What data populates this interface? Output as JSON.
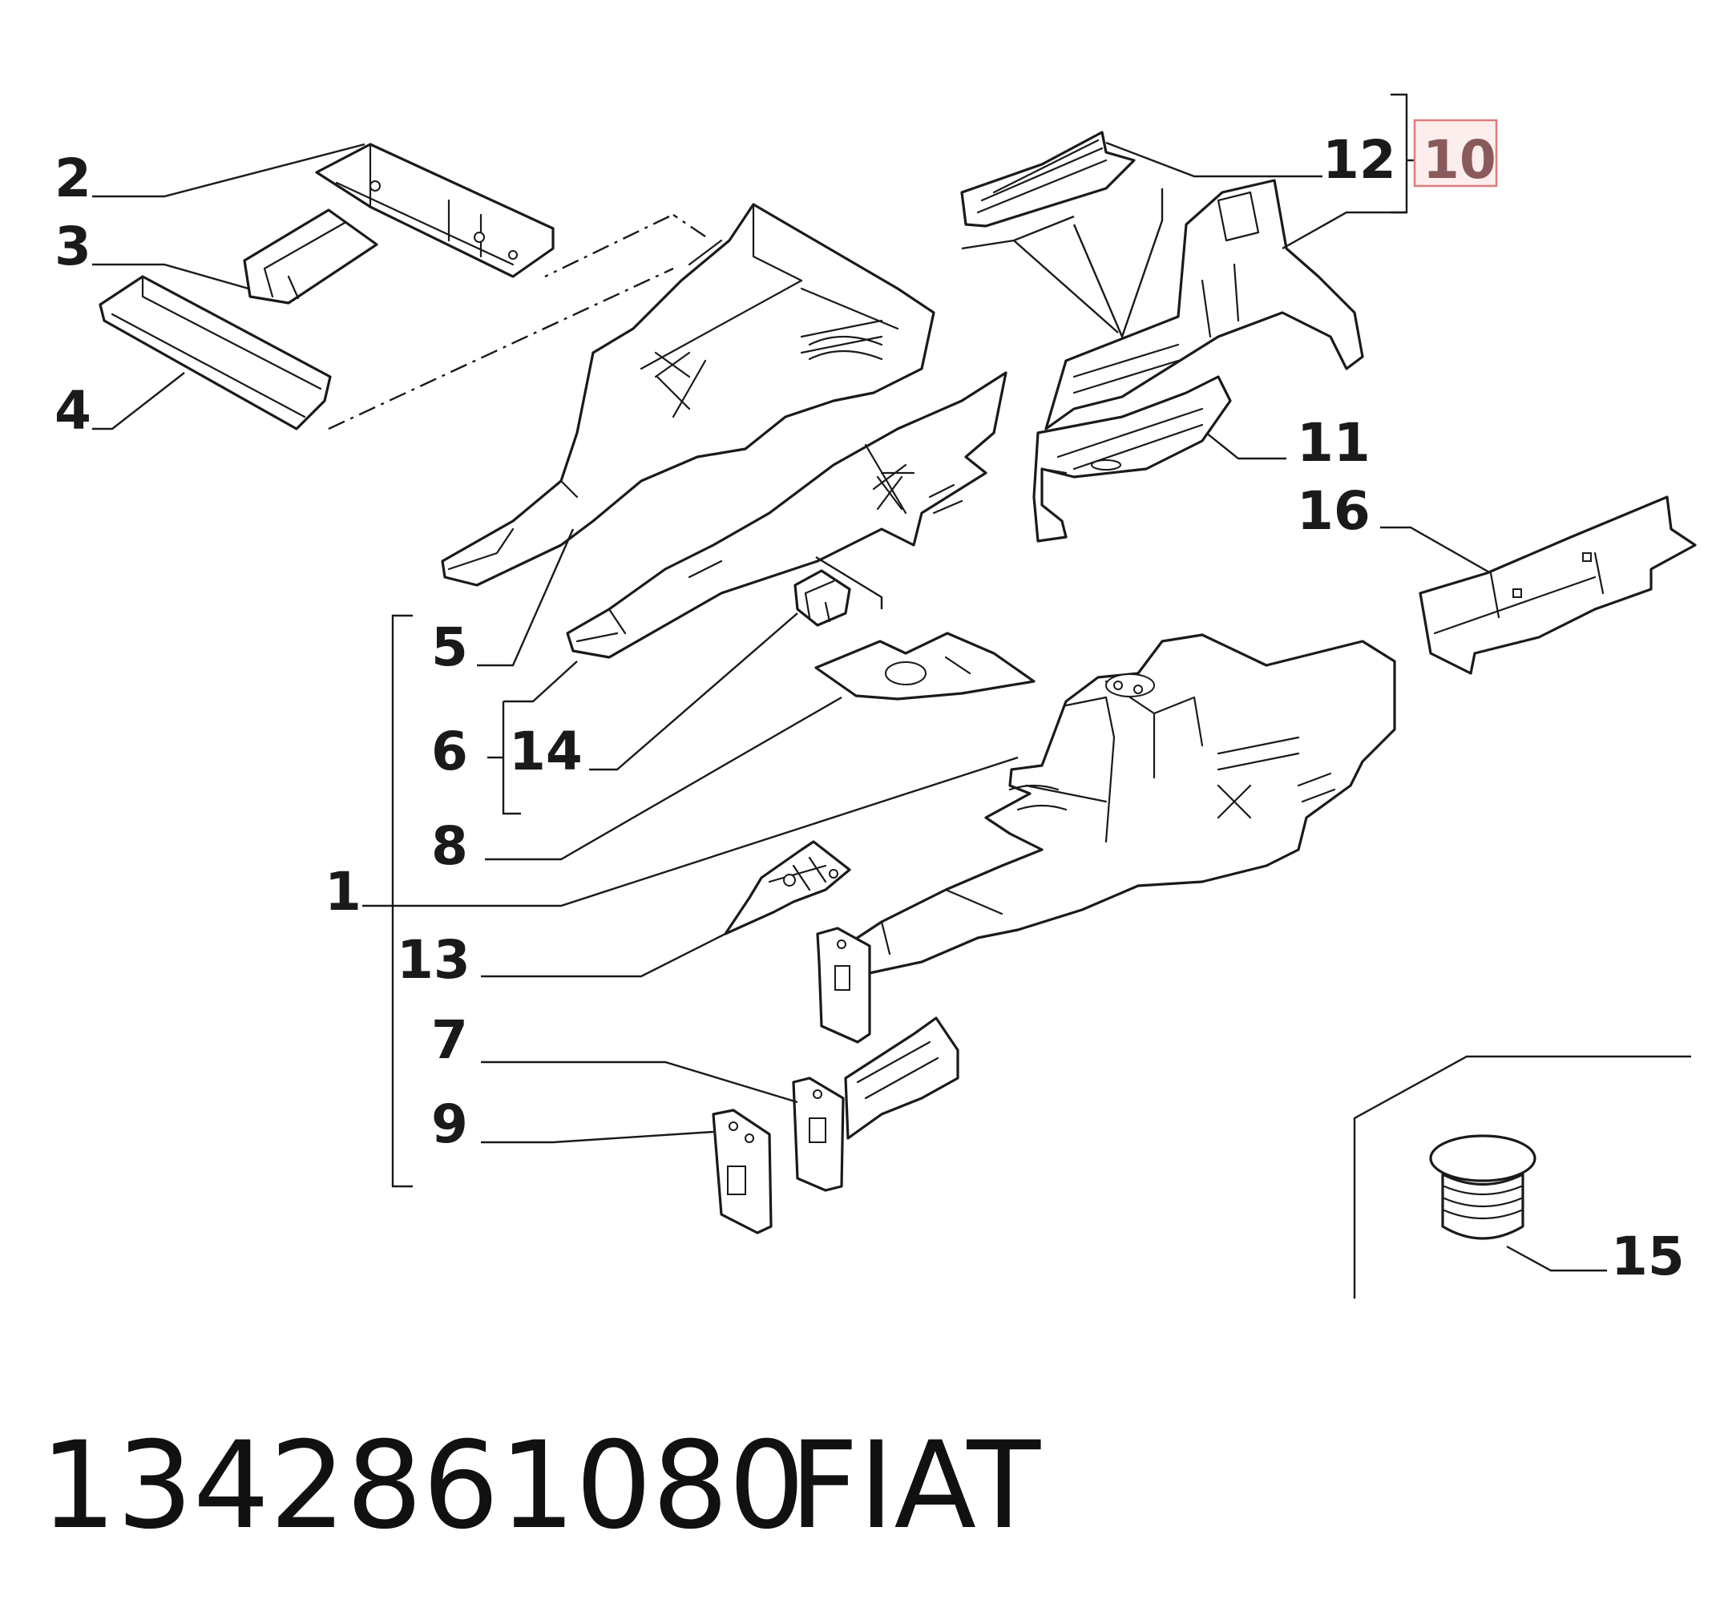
{
  "callouts": {
    "c1": "1",
    "c2": "2",
    "c3": "3",
    "c4": "4",
    "c5": "5",
    "c6": "6",
    "c7": "7",
    "c8": "8",
    "c9": "9",
    "c10": "10",
    "c11": "11",
    "c12": "12",
    "c13": "13",
    "c14": "14",
    "c15": "15",
    "c16": "16"
  },
  "highlight": {
    "callout": "10",
    "border_color": "#e07b7b",
    "fill_color": "#fdeeee"
  },
  "footer": {
    "part_number": "1342861080",
    "brand": "FIAT"
  },
  "colors": {
    "line": "#1a1a1a",
    "background": "#ffffff"
  }
}
